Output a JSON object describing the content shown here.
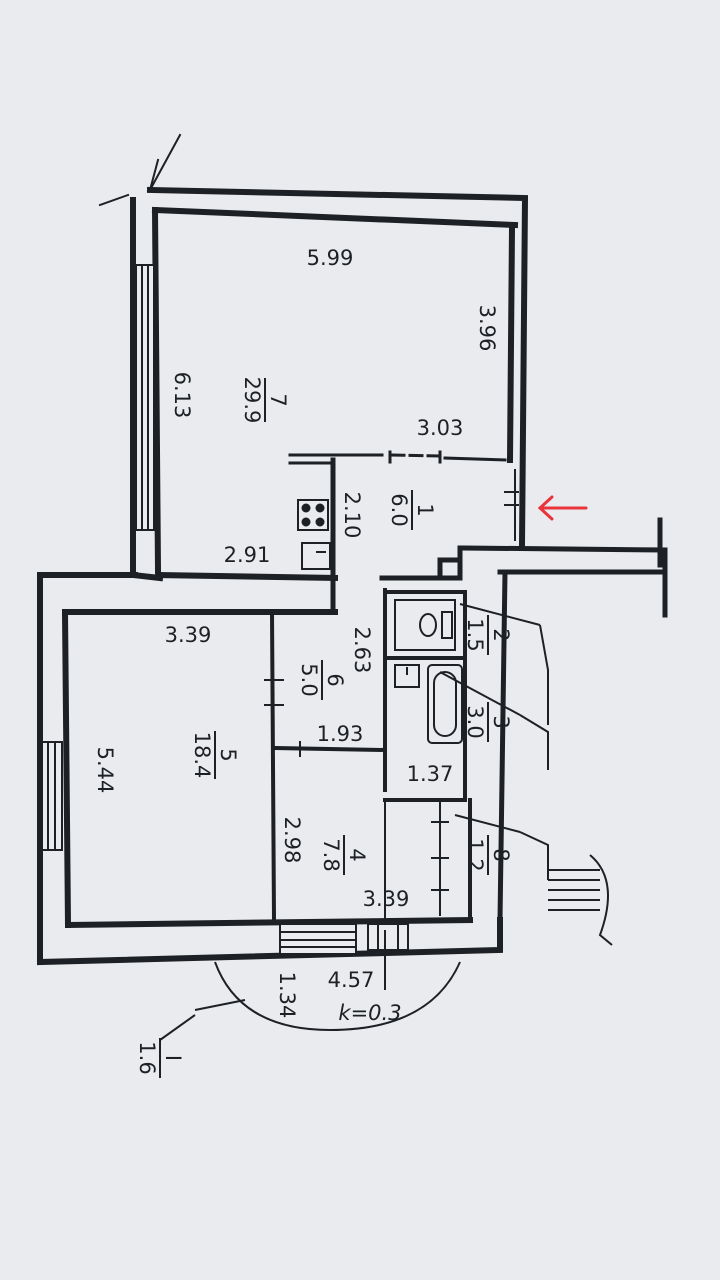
{
  "colors": {
    "paper": "#e9ebee",
    "wall": "#1d2024",
    "ink": "#1d2024",
    "entrance_arrow": "#e8343a"
  },
  "icons": [
    "stove-icon",
    "sink-icon",
    "toilet-icon",
    "bathtub-icon",
    "washbasin-icon",
    "entrance-arrow-icon"
  ],
  "rooms": {
    "r7": {
      "number": "7",
      "area": "29.9"
    },
    "r1": {
      "number": "1",
      "area": "6.0"
    },
    "r2": {
      "number": "2",
      "area": "1.5"
    },
    "r3": {
      "number": "3",
      "area": "3.0"
    },
    "r4": {
      "number": "4",
      "area": "7.8"
    },
    "r5": {
      "number": "5",
      "area": "18.4"
    },
    "r6": {
      "number": "6",
      "area": "5.0"
    },
    "r8": {
      "number": "8",
      "area": "1.2"
    },
    "balcony": {
      "number": "I",
      "area": "1.6"
    }
  },
  "dimensions": {
    "d599": "5.99",
    "d396": "3.96",
    "d613": "6.13",
    "d303": "3.03",
    "d210": "2.10",
    "d291": "2.91",
    "d339a": "3.39",
    "d263": "2.63",
    "d544": "5.44",
    "d193": "1.93",
    "d137": "1.37",
    "d298": "2.98",
    "d339b": "3.39",
    "d457": "4.57",
    "d134": "1.34"
  },
  "coefficient": "k=0.3"
}
